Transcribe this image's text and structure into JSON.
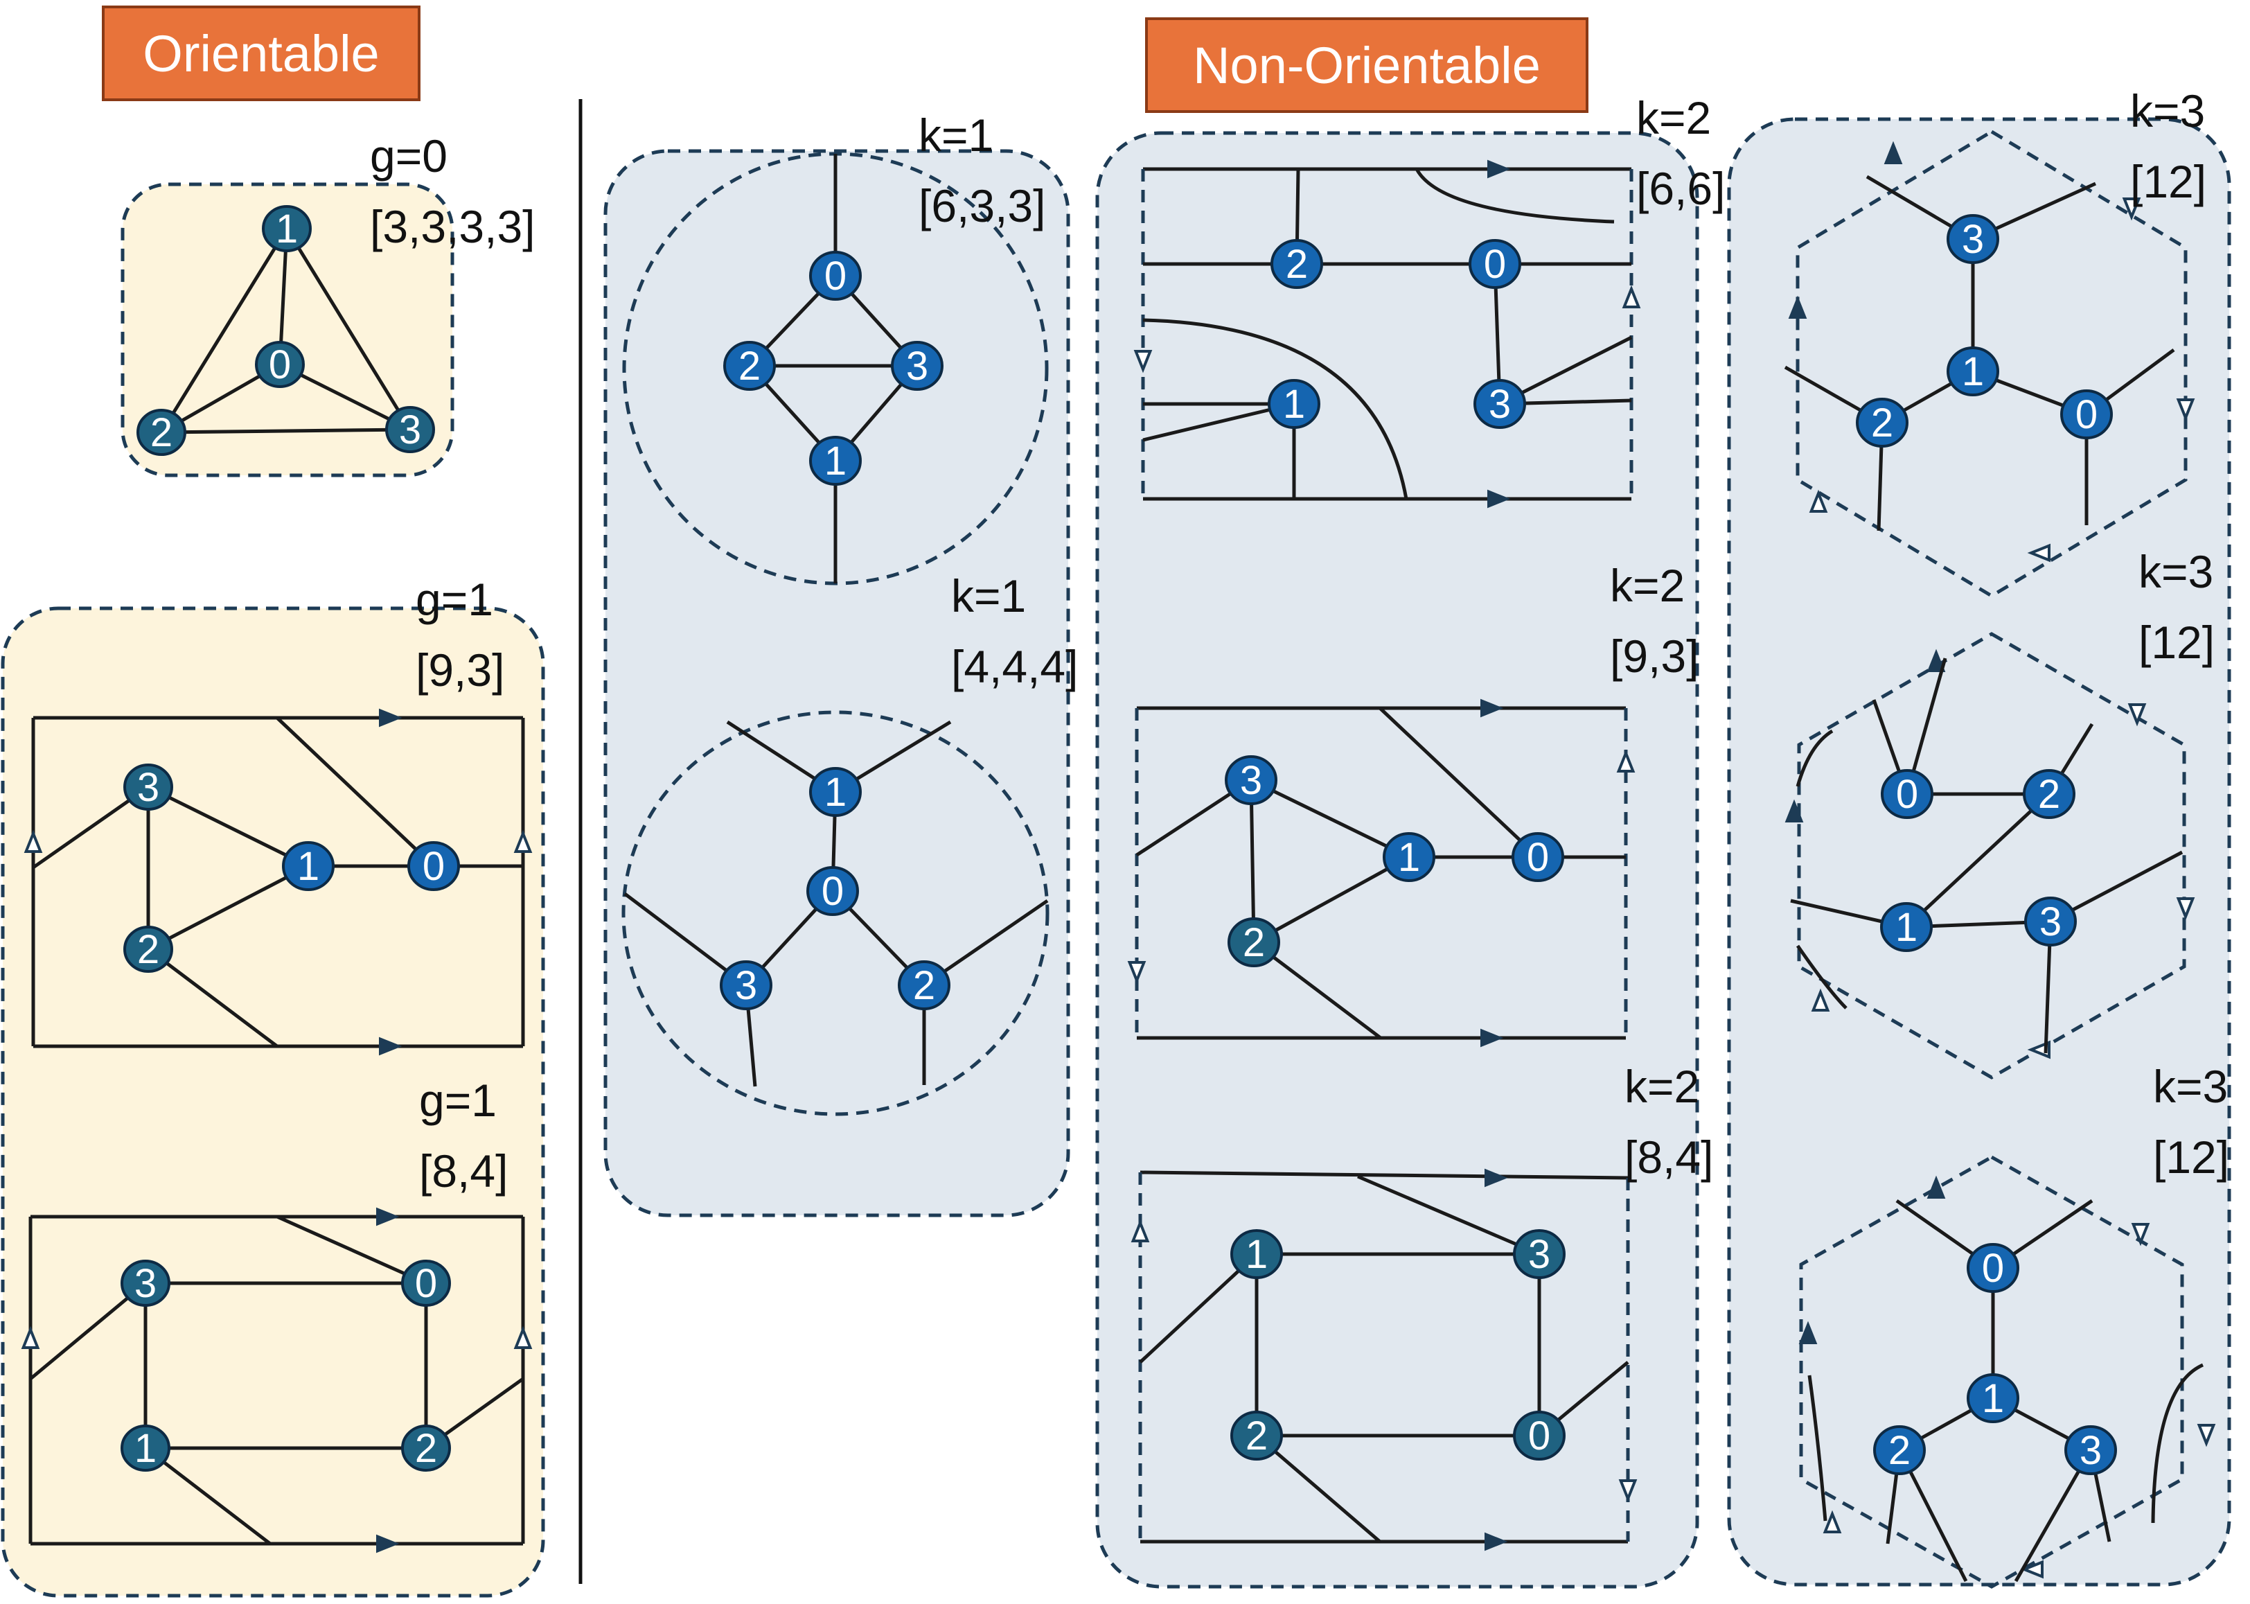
{
  "headers": {
    "orientable": "Orientable",
    "non_orientable": "Non-Orientable"
  },
  "colors": {
    "orientable_fill": "#fdf4dc",
    "nonorientable_fill": "#e1e8ef",
    "node_fill": "#1565b0",
    "node_fill_dark": "#1f6281",
    "edge": "#1a1a1a",
    "dash": "#1d3b55",
    "header_fill": "#e8733a"
  },
  "labels": {
    "g0": {
      "name": "g=0",
      "seq": "[3,3,3,3]"
    },
    "g1a": {
      "name": "g=1",
      "seq": "[9,3]"
    },
    "g1b": {
      "name": "g=1",
      "seq": "[8,4]"
    },
    "k1a": {
      "name": "k=1",
      "seq": "[6,3,3]"
    },
    "k1b": {
      "name": "k=1",
      "seq": "[4,4,4]"
    },
    "k2a": {
      "name": "k=2",
      "seq": "[6,6]"
    },
    "k2b": {
      "name": "k=2",
      "seq": "[9,3]"
    },
    "k2c": {
      "name": "k=2",
      "seq": "[8,4]"
    },
    "k3a": {
      "name": "k=3",
      "seq": "[12]"
    },
    "k3b": {
      "name": "k=3",
      "seq": "[12]"
    },
    "k3c": {
      "name": "k=3",
      "seq": "[12]"
    }
  },
  "node_labels": [
    "0",
    "1",
    "2",
    "3"
  ]
}
